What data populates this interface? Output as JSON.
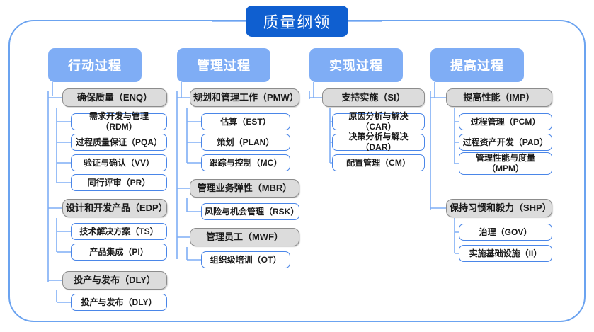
{
  "title": "质量纲领",
  "colors": {
    "title_bg": "#0f5fd0",
    "header_bg": "#7fadf5",
    "frame_border": "#6ba3f0",
    "group_bg": "#dcdcdc",
    "group_border": "#8c8c8c",
    "leaf_border": "#4a86e8",
    "connector": "#7fadf5"
  },
  "columns": [
    {
      "header": "行动过程",
      "groups": [
        {
          "label": "确保质量（ENQ）",
          "children": [
            "需求开发与管理（RDM）",
            "过程质量保证（PQA）",
            "验证与确认（VV）",
            "同行评审（PR）"
          ]
        },
        {
          "label": "设计和开发产品（EDP）",
          "children": [
            "技术解决方案（TS）",
            "产品集成（PI）"
          ]
        },
        {
          "label": "投产与发布（DLY）",
          "children": [
            "投产与发布（DLY）"
          ]
        }
      ]
    },
    {
      "header": "管理过程",
      "groups": [
        {
          "label": "规划和管理工作（PMW）",
          "children": [
            "估算（EST）",
            "策划（PLAN）",
            "跟踪与控制（MC）"
          ]
        },
        {
          "label": "管理业务弹性（MBR）",
          "children": [
            "风险与机会管理（RSK）"
          ]
        },
        {
          "label": "管理员工（MWF）",
          "children": [
            "组织级培训（OT）"
          ]
        }
      ]
    },
    {
      "header": "实现过程",
      "groups": [
        {
          "label": "支持实施（SI）",
          "children": [
            "原因分析与解决（CAR）",
            "决策分析与解决（DAR）",
            "配置管理（CM）"
          ]
        }
      ]
    },
    {
      "header": "提高过程",
      "groups": [
        {
          "label": "提高性能（IMP）",
          "children": [
            "过程管理（PCM）",
            "过程资产开发（PAD）",
            "管理性能与度量\n（MPM）"
          ]
        },
        {
          "label": "保持习惯和毅力（SHP）",
          "children": [
            "治理（GOV）",
            "实施基础设施（II）"
          ]
        }
      ]
    }
  ]
}
